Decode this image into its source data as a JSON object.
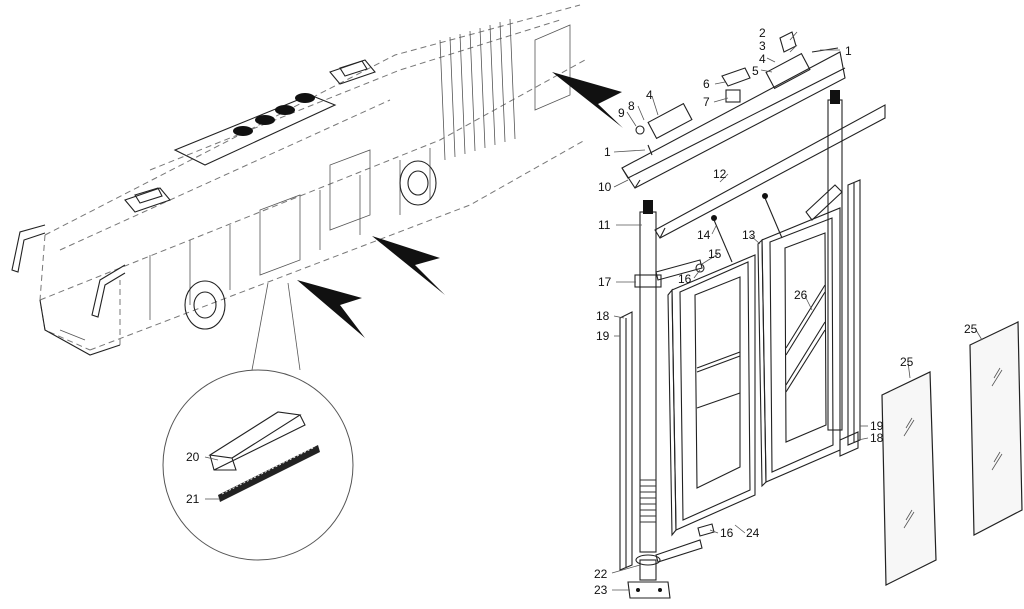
{
  "diagram": {
    "callouts": [
      {
        "id": "c1a",
        "text": "1"
      },
      {
        "id": "c2",
        "text": "2"
      },
      {
        "id": "c3",
        "text": "3"
      },
      {
        "id": "c4a",
        "text": "4"
      },
      {
        "id": "c5",
        "text": "5"
      },
      {
        "id": "c6",
        "text": "6"
      },
      {
        "id": "c7",
        "text": "7"
      },
      {
        "id": "c8",
        "text": "8"
      },
      {
        "id": "c4b",
        "text": "4"
      },
      {
        "id": "c9",
        "text": "9"
      },
      {
        "id": "c1b",
        "text": "1"
      },
      {
        "id": "c10",
        "text": "10"
      },
      {
        "id": "c12",
        "text": "12"
      },
      {
        "id": "c11",
        "text": "11"
      },
      {
        "id": "c14",
        "text": "14"
      },
      {
        "id": "c13",
        "text": "13"
      },
      {
        "id": "c15",
        "text": "15"
      },
      {
        "id": "c16a",
        "text": "16"
      },
      {
        "id": "c17",
        "text": "17"
      },
      {
        "id": "c26",
        "text": "26"
      },
      {
        "id": "c18a",
        "text": "18"
      },
      {
        "id": "c19a",
        "text": "19"
      },
      {
        "id": "c25a",
        "text": "25"
      },
      {
        "id": "c25b",
        "text": "25"
      },
      {
        "id": "c19b",
        "text": "19"
      },
      {
        "id": "c18b",
        "text": "18"
      },
      {
        "id": "c16b",
        "text": "16"
      },
      {
        "id": "c24",
        "text": "24"
      },
      {
        "id": "c22",
        "text": "22"
      },
      {
        "id": "c23",
        "text": "23"
      },
      {
        "id": "c20",
        "text": "20"
      },
      {
        "id": "c21",
        "text": "21"
      }
    ]
  }
}
